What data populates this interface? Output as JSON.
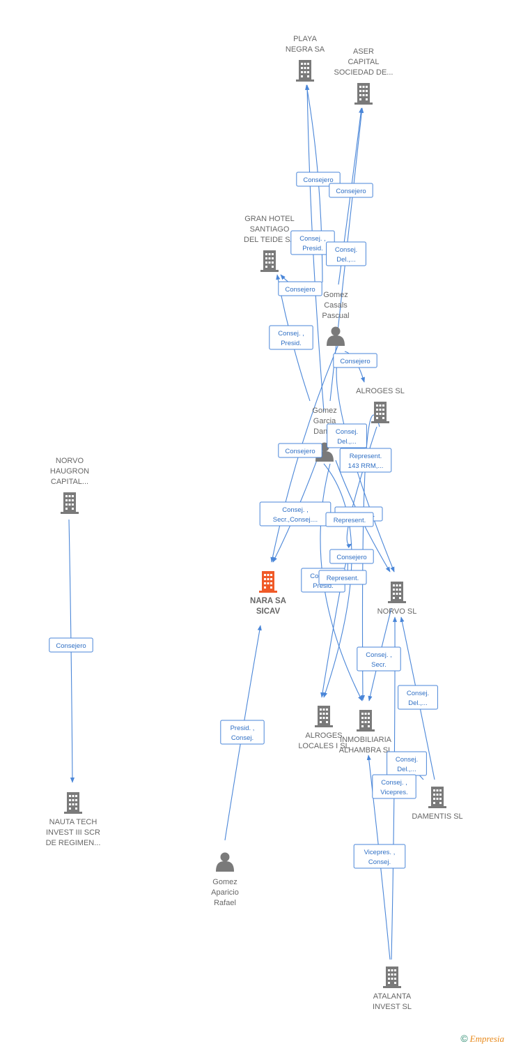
{
  "colors": {
    "edge": "#4a86d8",
    "node": "#7a7a7a",
    "main_node": "#f05a28",
    "edge_text": "#2f6fc4"
  },
  "nodes": [
    {
      "id": "playa",
      "type": "company",
      "lines": [
        "PLAYA",
        "NEGRA SA"
      ]
    },
    {
      "id": "aser",
      "type": "company",
      "lines": [
        "ASER",
        "CAPITAL",
        "SOCIEDAD DE..."
      ]
    },
    {
      "id": "granhotel",
      "type": "company",
      "lines": [
        "GRAN HOTEL",
        "SANTIAGO",
        "DEL TEIDE SA"
      ]
    },
    {
      "id": "gcp",
      "type": "person",
      "lines": [
        "Gomez",
        "Casals",
        "Pascual"
      ]
    },
    {
      "id": "alroges",
      "type": "company",
      "lines": [
        "ALROGES SL"
      ]
    },
    {
      "id": "gdg",
      "type": "person",
      "lines": [
        "Gomez",
        "Garcia",
        "Dani..."
      ]
    },
    {
      "id": "norvohaugron",
      "type": "company",
      "lines": [
        "NORVO",
        "HAUGRON",
        "CAPITAL..."
      ]
    },
    {
      "id": "nara",
      "type": "main",
      "lines": [
        "NARA SA",
        "SICAV"
      ]
    },
    {
      "id": "norvo",
      "type": "company",
      "lines": [
        "NORVO SL"
      ]
    },
    {
      "id": "alrogeslocales",
      "type": "company",
      "lines": [
        "ALROGES",
        "LOCALES I SL"
      ]
    },
    {
      "id": "inmobiliaria",
      "type": "company",
      "lines": [
        "INMOBILIARIA",
        "ALHAMBRA SL"
      ]
    },
    {
      "id": "damentis",
      "type": "company",
      "lines": [
        "DAMENTIS SL"
      ]
    },
    {
      "id": "nauta",
      "type": "company",
      "lines": [
        "NAUTA TECH",
        "INVEST III SCR",
        "DE REGIMEN..."
      ]
    },
    {
      "id": "gar",
      "type": "person",
      "lines": [
        "Gomez",
        "Aparicio",
        "Rafael"
      ]
    },
    {
      "id": "atalanta",
      "type": "company",
      "lines": [
        "ATALANTA",
        "INVEST SL"
      ]
    }
  ],
  "edges": [
    {
      "from": "gcp",
      "to": "playa",
      "lines": [
        "Consejero"
      ]
    },
    {
      "from": "gcp",
      "to": "aser",
      "lines": [
        "Consejero"
      ]
    },
    {
      "from": "gdg",
      "to": "playa",
      "lines": [
        "Consej. ,",
        "Presid."
      ]
    },
    {
      "from": "gdg",
      "to": "aser",
      "lines": [
        "Consej.",
        "Del.,..."
      ]
    },
    {
      "from": "gcp",
      "to": "granhotel",
      "lines": [
        "Consejero"
      ]
    },
    {
      "from": "gdg",
      "to": "granhotel",
      "lines": [
        "Consej. ,",
        "Presid."
      ]
    },
    {
      "from": "gcp",
      "to": "alroges",
      "lines": [
        "Consejero"
      ]
    },
    {
      "from": "gcp",
      "to": "norvo",
      "lines": [
        "Consej.",
        "Del.,..."
      ]
    },
    {
      "from": "alroges",
      "to": "inmobiliaria",
      "lines": [
        "Represent.",
        "143 RRM,..."
      ]
    },
    {
      "from": "gcp",
      "to": "nara",
      "lines": [
        "Consejero"
      ]
    },
    {
      "from": "gdg",
      "to": "nara",
      "lines": [
        "Consej. ,",
        "Secr.,Consej...."
      ]
    },
    {
      "from": "gdg",
      "to": "norvo",
      "lines": [
        "Represent."
      ]
    },
    {
      "from": "alroges",
      "to": "norvo",
      "lines": [
        "Represent."
      ]
    },
    {
      "from": "gdg",
      "to": "alrogeslocales",
      "lines": [
        "Consejero"
      ]
    },
    {
      "from": "gdg",
      "to": "inmobiliaria",
      "lines": [
        "Consej. ,",
        "Presid."
      ]
    },
    {
      "from": "gcp",
      "to": "alrogeslocales",
      "lines": [
        "Represent."
      ]
    },
    {
      "from": "norvohaugron",
      "to": "nauta",
      "lines": [
        "Consejero"
      ]
    },
    {
      "from": "norvo",
      "to": "inmobiliaria",
      "lines": [
        "Consej. ,",
        "Secr."
      ]
    },
    {
      "from": "damentis",
      "to": "norvo",
      "lines": [
        "Consej.",
        "Del.,..."
      ]
    },
    {
      "from": "gar",
      "to": "nara",
      "lines": [
        "Presid. ,",
        "Consej."
      ]
    },
    {
      "from": "damentis",
      "to": "inmobiliaria",
      "lines": [
        "Consej.",
        "Del.,..."
      ]
    },
    {
      "from": "atalanta",
      "to": "norvo",
      "lines": [
        "Consej. ,",
        "Vicepres."
      ]
    },
    {
      "from": "atalanta",
      "to": "inmobiliaria",
      "lines": [
        "Vicepres. ,",
        "Consej."
      ]
    }
  ],
  "footer": {
    "copyright": "©",
    "brand": "Empresia"
  }
}
